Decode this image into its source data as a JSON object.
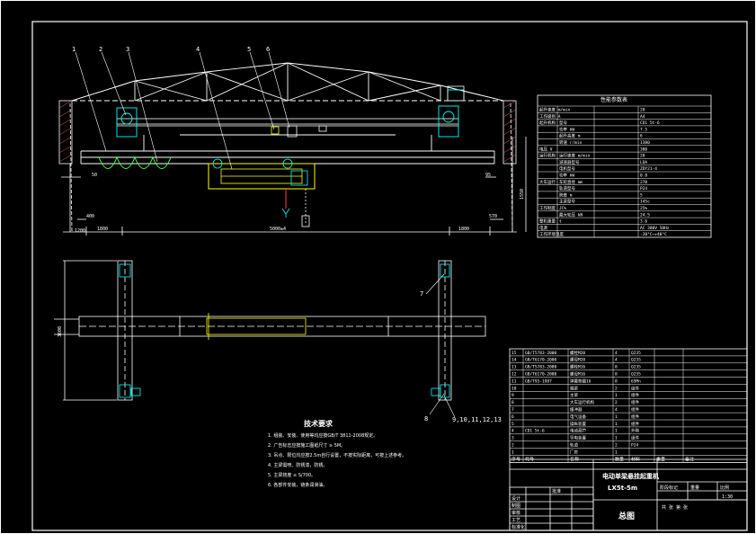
{
  "drawing": {
    "title_main": "电动单梁悬挂起重机",
    "title_model": "LX5t-5m",
    "title_sub": "总图",
    "scale": "1:30"
  },
  "balloons": [
    "1",
    "2",
    "3",
    "4",
    "5",
    "6",
    "7",
    "8",
    "9,10,11,12,13"
  ],
  "dimensions": {
    "span": "5000±4",
    "left_overhang": "1800",
    "right_overhang": "1800",
    "left_end": "400",
    "right_end": "570",
    "left_ht": "50",
    "right_ht": "95",
    "left_low": "1200",
    "side_height": "1550",
    "plan_height": "3600"
  },
  "notes": {
    "title": "技术要求",
    "lines": [
      "1. 组装、安装、使用等均应按GB/T 3811-2008规定。",
      "2. 广告标志应按施工图纸尺寸 ≥ 5M。",
      "3. 吊点、限位均应按2.5m自行设置，不按实际距离，可按上述参考。",
      "4. 主梁需喷、防锈漆，防锈。",
      "5. 主梁挠度 ≤ S/700。",
      "6. 各部件安装，链条润滑油。"
    ]
  },
  "params": {
    "title": "性能参数表",
    "rows": [
      [
        "起升速度 m/min",
        "",
        "20"
      ],
      [
        "工作级别 A",
        "",
        "A4"
      ],
      [
        "起升机构",
        "型号",
        "CD1 5t-6"
      ],
      [
        "",
        "功率 kW",
        "7.5"
      ],
      [
        "",
        "起升高度 m",
        "6"
      ],
      [
        "",
        "转速 r/min",
        "1380"
      ],
      [
        "电压 V",
        "",
        "380"
      ],
      [
        "运行机构",
        "运行速度 m/min",
        "20"
      ],
      [
        "",
        "减速器型号",
        "LDA"
      ],
      [
        "",
        "电机型号",
        "ZDY21-4"
      ],
      [
        "",
        "功率 kW",
        "0.8"
      ],
      [
        "大车运行",
        "车轮直径 mm",
        "270"
      ],
      [
        "",
        "轨道型号",
        "P24"
      ],
      [
        "",
        "跨度 m",
        "5"
      ],
      [
        "",
        "主梁型号",
        "I45c"
      ],
      [
        "工作制度",
        "JC%",
        "25%"
      ],
      [
        "",
        "最大轮压 kN",
        "24.5"
      ],
      [
        "整机重量",
        "t",
        "3.6"
      ],
      [
        "电源",
        "",
        "AC 380V 50Hz"
      ],
      [
        "工作环境温度",
        "",
        "-20°C~+40°C"
      ]
    ]
  },
  "bom": {
    "headers": [
      "序号",
      "代号",
      "名称",
      "数量",
      "材料",
      "重量",
      "备注"
    ],
    "rows": [
      [
        "15",
        "GB/T5783-2000",
        "螺栓M20",
        "4",
        "Q235",
        "",
        ""
      ],
      [
        "14",
        "GB/T6170-2000",
        "螺母M20",
        "4",
        "Q235",
        "",
        ""
      ],
      [
        "13",
        "GB/T5783-2000",
        "螺栓M16",
        "8",
        "Q235",
        "",
        ""
      ],
      [
        "12",
        "GB/T6170-2000",
        "螺母M16",
        "8",
        "Q235",
        "",
        ""
      ],
      [
        "11",
        "GB/T93-1987",
        "弹簧垫圈16",
        "8",
        "65Mn",
        "",
        ""
      ],
      [
        "10",
        "",
        "端梁",
        "2",
        "组件",
        "",
        ""
      ],
      [
        "9",
        "",
        "主梁",
        "1",
        "组件",
        "",
        ""
      ],
      [
        "8",
        "",
        "大车运行机构",
        "2",
        "组件",
        "",
        ""
      ],
      [
        "7",
        "",
        "缓冲器",
        "4",
        "组件",
        "",
        ""
      ],
      [
        "6",
        "",
        "电气设备",
        "1",
        "组件",
        "",
        ""
      ],
      [
        "5",
        "",
        "操纵装置",
        "1",
        "组件",
        "",
        ""
      ],
      [
        "4",
        "CD1 5t-6",
        "电动葫芦",
        "1",
        "外购",
        "",
        ""
      ],
      [
        "3",
        "",
        "导电装置",
        "1",
        "组件",
        "",
        ""
      ],
      [
        "2",
        "",
        "轨道",
        "2",
        "P24",
        "",
        ""
      ],
      [
        "1",
        "",
        "厂房",
        "1",
        "",
        "",
        ""
      ]
    ]
  },
  "title_block": {
    "labels": [
      "设计",
      "制图",
      "审核",
      "工艺",
      "标准化",
      "批准"
    ],
    "stage_label": "阶段标记",
    "weight_label": "重量",
    "scale_label": "比例",
    "sheets_label": "共 张 第 张"
  }
}
